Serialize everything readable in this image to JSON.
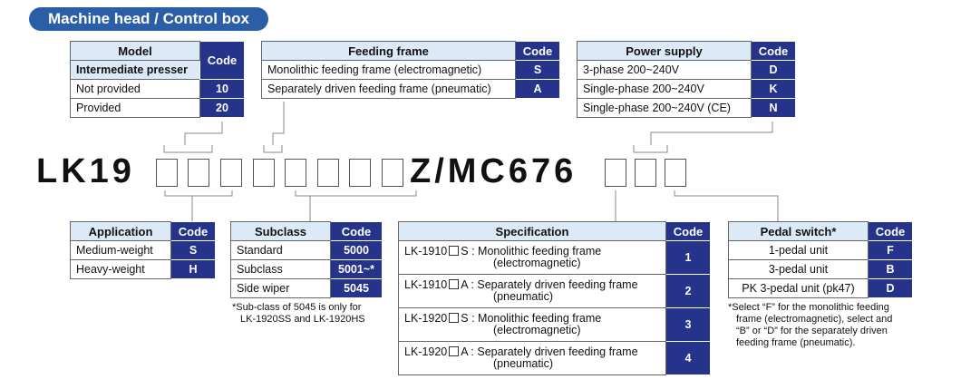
{
  "section_title": "Machine head / Control box",
  "model_prefix": "LK19",
  "model_middle": "Z/MC676",
  "code_header": "Code",
  "model_table": {
    "header": "Model",
    "subheader": "Intermediate presser",
    "rows": [
      {
        "label": "Not provided",
        "code": "10"
      },
      {
        "label": "Provided",
        "code": "20"
      }
    ]
  },
  "feeding_frame": {
    "header": "Feeding frame",
    "rows": [
      {
        "label": "Monolithic feeding frame (electromagnetic)",
        "code": "S"
      },
      {
        "label": "Separately driven feeding frame (pneumatic)",
        "code": "A"
      }
    ]
  },
  "power_supply": {
    "header": "Power supply",
    "rows": [
      {
        "label": "3-phase 200~240V",
        "code": "D"
      },
      {
        "label": "Single-phase 200~240V",
        "code": "K"
      },
      {
        "label": "Single-phase 200~240V (CE)",
        "code": "N"
      }
    ]
  },
  "application": {
    "header": "Application",
    "rows": [
      {
        "label": "Medium-weight",
        "code": "S"
      },
      {
        "label": "Heavy-weight",
        "code": "H"
      }
    ]
  },
  "subclass": {
    "header": "Subclass",
    "rows": [
      {
        "label": "Standard",
        "code": "5000"
      },
      {
        "label": "Subclass",
        "code": "5001~*"
      },
      {
        "label": "Side wiper",
        "code": "5045"
      }
    ],
    "note_line1": "*Sub-class of 5045 is only for",
    "note_line2": "LK-1920SS and LK-1920HS"
  },
  "specification": {
    "header": "Specification",
    "rows": [
      {
        "model": "LK-1910",
        "suffix": "S",
        "line1": ": Monolithic feeding frame",
        "line2": "(electromagnetic)",
        "code": "1"
      },
      {
        "model": "LK-1910",
        "suffix": "A",
        "line1": ": Separately driven feeding frame",
        "line2": "(pneumatic)",
        "code": "2"
      },
      {
        "model": "LK-1920",
        "suffix": "S",
        "line1": ": Monolithic feeding frame",
        "line2": "(electromagnetic)",
        "code": "3"
      },
      {
        "model": "LK-1920",
        "suffix": "A",
        "line1": ": Separately driven feeding frame",
        "line2": "(pneumatic)",
        "code": "4"
      }
    ]
  },
  "pedal_switch": {
    "header": "Pedal switch*",
    "rows": [
      {
        "label": "1-pedal unit",
        "code": "F"
      },
      {
        "label": "3-pedal unit",
        "code": "B"
      },
      {
        "label": "PK 3-pedal unit (pk47)",
        "code": "D"
      }
    ],
    "note_line1": "*Select “F” for the monolithic feeding",
    "note_line2": "frame (electromagnetic), select and",
    "note_line3": "“B” or “D” for the separately driven",
    "note_line4": "feeding frame (pneumatic)."
  }
}
